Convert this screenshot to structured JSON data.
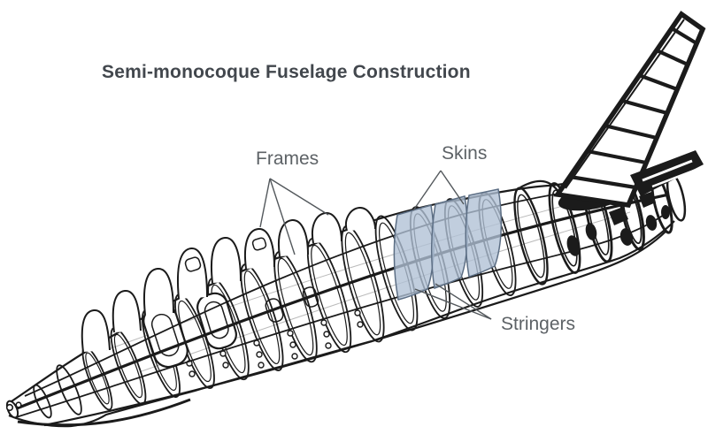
{
  "diagram": {
    "title": "Semi-monocoque Fuselage Construction",
    "labels": {
      "frames": "Frames",
      "skins": "Skins",
      "stringers": "Stringers"
    },
    "skins_highlighted_panels": 3,
    "colors": {
      "background": "#ffffff",
      "title": "#42474d",
      "label": "#5d6266",
      "ink": "#1b1b1b",
      "skin_highlight": "#b0c0d5",
      "skin_edge": "#5c6e84",
      "leader_line": "#53585c"
    }
  }
}
